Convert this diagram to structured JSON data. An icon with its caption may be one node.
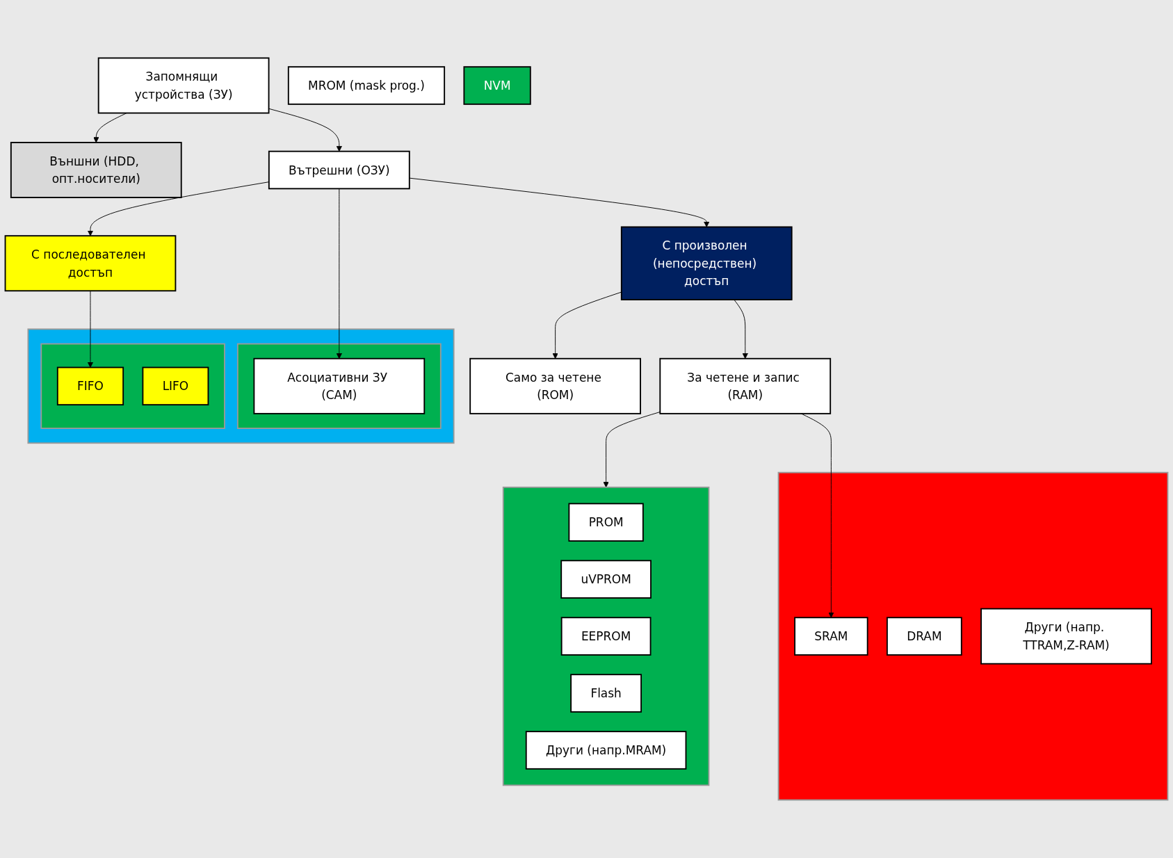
{
  "diagram": {
    "nodes": [
      {
        "text": [
          "Запомнящи устройства (ЗУ)"
        ]
      },
      {
        "text": [
          "Външни (HDD, опт.носители)"
        ]
      },
      {
        "text": [
          "Вътрешни (ОЗУ)"
        ]
      },
      {
        "text": [
          "С произволен (непосредствен) достъп"
        ]
      },
      {
        "text": [
          "С последователен достъп"
        ]
      },
      {
        "text": [],
        "shape": "box"
      },
      {
        "text": [],
        "shape": "box",
        "in": 5
      },
      {
        "text": [
          "Асоциативни ЗУ (CAM)"
        ],
        "in": 6
      },
      {
        "text": [
          "За четене и запис (RAM)"
        ]
      },
      {
        "text": [
          "Само за четене (ROM)"
        ]
      },
      {
        "text": [],
        "shape": "box",
        "in": 5
      },
      {
        "text": [
          "FIFO"
        ],
        "in": 10
      },
      {
        "text": [
          "LIFO"
        ],
        "in": 10
      },
      {
        "text": [
          "MROM (mask prog.)"
        ]
      },
      {
        "text": [],
        "shape": "box"
      },
      {
        "text": [
          "SRAM"
        ],
        "in": 14
      },
      {
        "text": [
          "DRAM"
        ],
        "in": 14
      },
      {
        "text": [
          "Други (напр. TTRAM,Z-RAM)"
        ],
        "in": 14
      },
      {
        "text": [],
        "shape": "box"
      },
      {
        "text": [
          "PROM"
        ],
        "in": 18
      },
      {
        "text": [
          "uVPROM"
        ],
        "in": 18
      },
      {
        "text": [
          "EEPROM"
        ],
        "in": 18
      },
      {
        "text": [
          "Flash"
        ],
        "in": 18
      },
      {
        "text": [
          "Други (напр.MRAM)"
        ],
        "in": 18
      },
      {
        "text": [
          "NVM"
        ]
      }
    ],
    "edges": [
      {
        "from": 0,
        "to": 1,
        "arrow": "to"
      },
      {
        "from": 0,
        "to": 2,
        "arrow": "to"
      },
      {
        "from": 2,
        "to": 3,
        "arrow": "to"
      },
      {
        "from": 2,
        "to": 4,
        "arrow": "to"
      },
      {
        "from": 2,
        "to": 7,
        "arrow": "to"
      },
      {
        "from": 3,
        "to": 8,
        "arrow": "to"
      },
      {
        "from": 3,
        "to": 9,
        "arrow": "to"
      },
      {
        "from": 4,
        "to": 11,
        "arrow": "to"
      },
      {
        "from": 8,
        "to": 15,
        "arrow": "to"
      },
      {
        "from": 8,
        "to": 18,
        "arrow": "to"
      }
    ]
  }
}
